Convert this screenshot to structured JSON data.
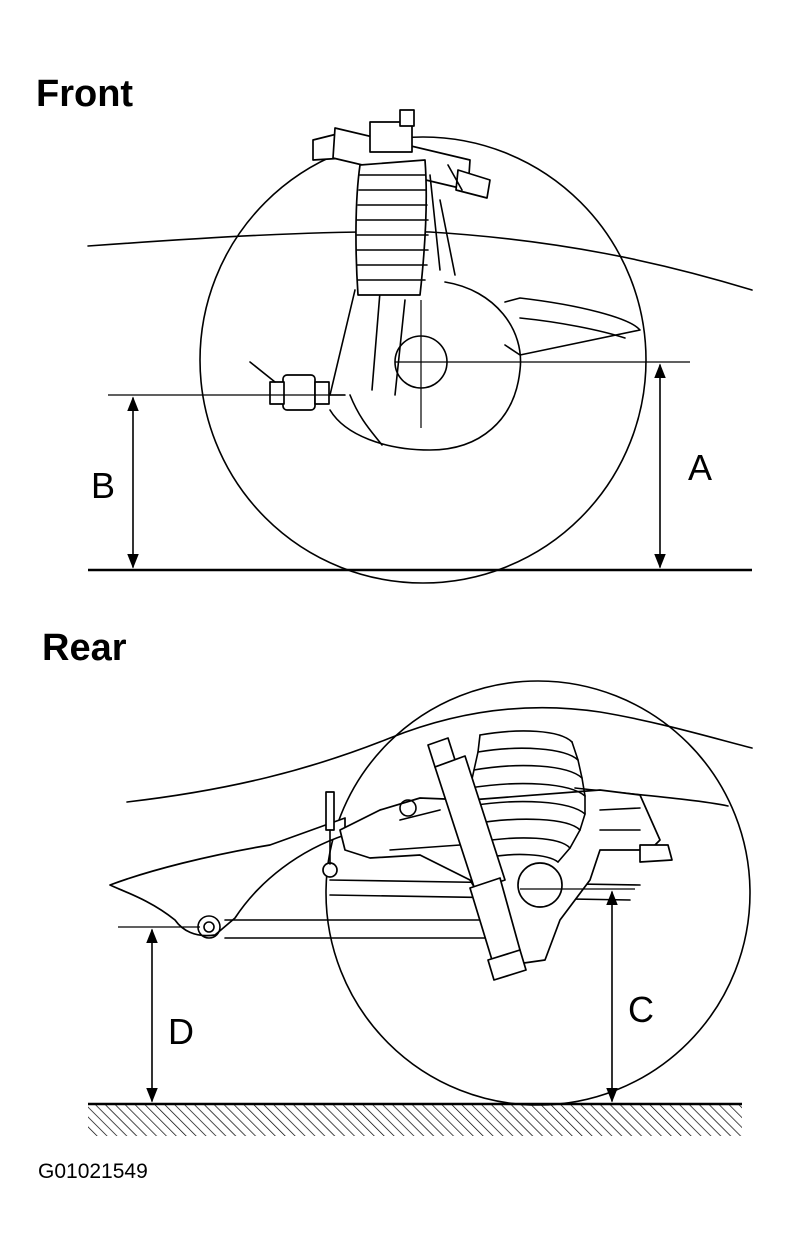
{
  "figure": {
    "front_heading": "Front",
    "rear_heading": "Rear",
    "figure_code": "G01021549"
  },
  "dimensions": {
    "a": "A",
    "b": "B",
    "c": "C",
    "d": "D"
  }
}
